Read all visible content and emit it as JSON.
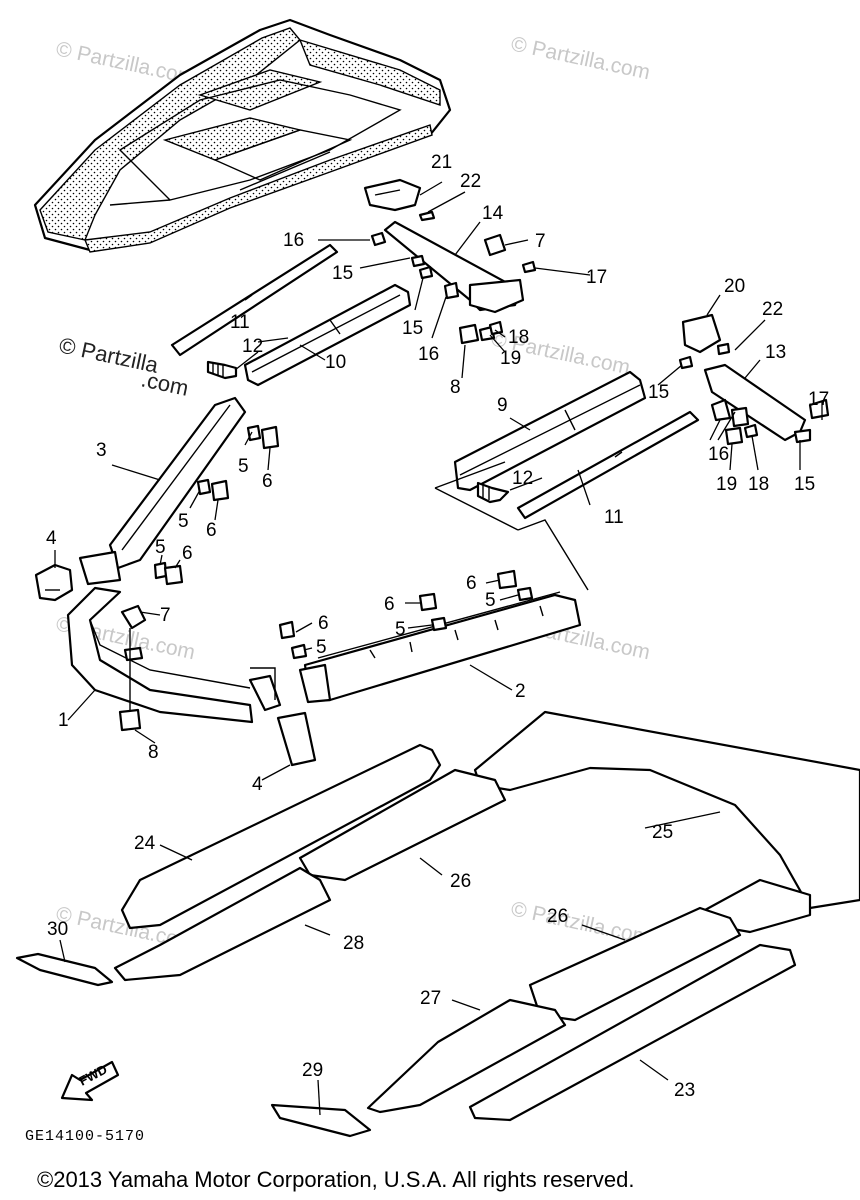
{
  "diagram": {
    "callouts": [
      "1",
      "2",
      "3",
      "4",
      "4",
      "5",
      "5",
      "5",
      "5",
      "5",
      "5",
      "6",
      "6",
      "6",
      "6",
      "6",
      "6",
      "7",
      "7",
      "8",
      "8",
      "9",
      "10",
      "11",
      "11",
      "12",
      "12",
      "13",
      "14",
      "15",
      "15",
      "15",
      "15",
      "16",
      "16",
      "16",
      "17",
      "17",
      "18",
      "18",
      "19",
      "19",
      "20",
      "21",
      "22",
      "22",
      "23",
      "24",
      "25",
      "26",
      "26",
      "27",
      "28",
      "29",
      "30"
    ],
    "watermark": "© Partzilla.com",
    "watermark_main_line1": "© Partzilla",
    "watermark_main_line2": ".com",
    "fwd_label": "FWD",
    "diagram_code": "GE14100-5170",
    "copyright": "©2013 Yamaha Motor Corporation, U.S.A. All rights reserved."
  }
}
